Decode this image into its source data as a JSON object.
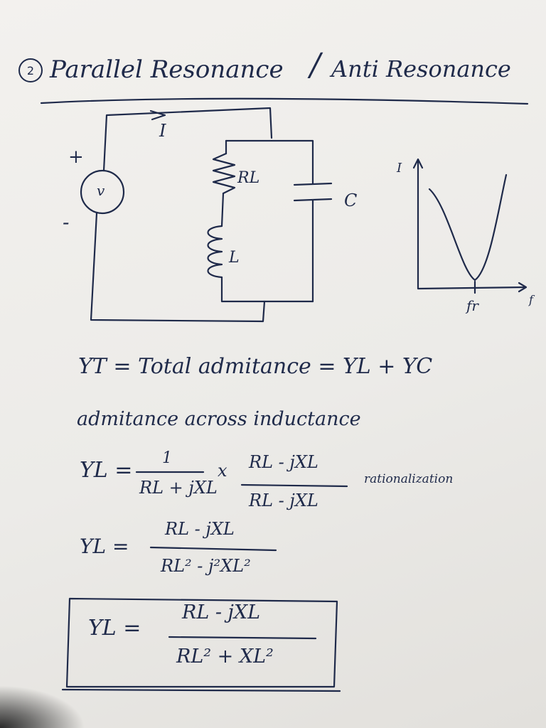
{
  "heading": {
    "number": "2",
    "title_left": "Parallel Resonance",
    "separator": "/",
    "title_right": "Anti Resonance"
  },
  "circuit": {
    "current_label": "I",
    "plus_sign": "+",
    "minus_sign": "-",
    "source_symbol": "v",
    "resistor_label": "RL",
    "inductor_label": "L",
    "capacitor_label": "C"
  },
  "graph": {
    "y_axis_label": "I",
    "x_axis_label": "f",
    "resonance_label": "fr"
  },
  "equations": {
    "total_admittance": "YT = Total admitance = YL + YC",
    "admittance_note": "admitance across inductance",
    "yl_lhs": "YL =",
    "frac1_num": "1",
    "frac1_den": "RL + jXL",
    "times": "x",
    "frac2_num": "RL - jXL",
    "frac2_den": "RL - jXL",
    "rationalization": "rationalization",
    "line2_lhs": "YL =",
    "line2_num": "RL - jXL",
    "line2_den": "RL² - j²XL²",
    "boxed_lhs": "YL =",
    "boxed_num": "RL - jXL",
    "boxed_den": "RL² + XL²"
  }
}
